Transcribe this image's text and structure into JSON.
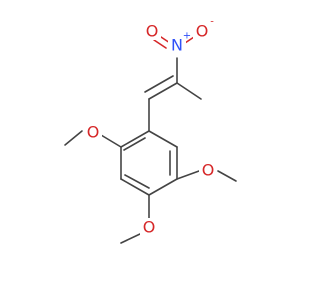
{
  "molecule": {
    "atoms": {
      "nitro_n": {
        "symbol": "N",
        "charge": "+",
        "color": "#3050f8"
      },
      "nitro_o_double": {
        "symbol": "O",
        "charge": "",
        "color": "#d62728"
      },
      "nitro_o_single": {
        "symbol": "O",
        "charge": "-",
        "color": "#d62728"
      },
      "methoxy_o_2": {
        "symbol": "O",
        "color": "#d62728"
      },
      "methoxy_o_4": {
        "symbol": "O",
        "color": "#d62728"
      },
      "methoxy_o_5": {
        "symbol": "O",
        "color": "#d62728"
      }
    },
    "bond_color": "#444444"
  }
}
